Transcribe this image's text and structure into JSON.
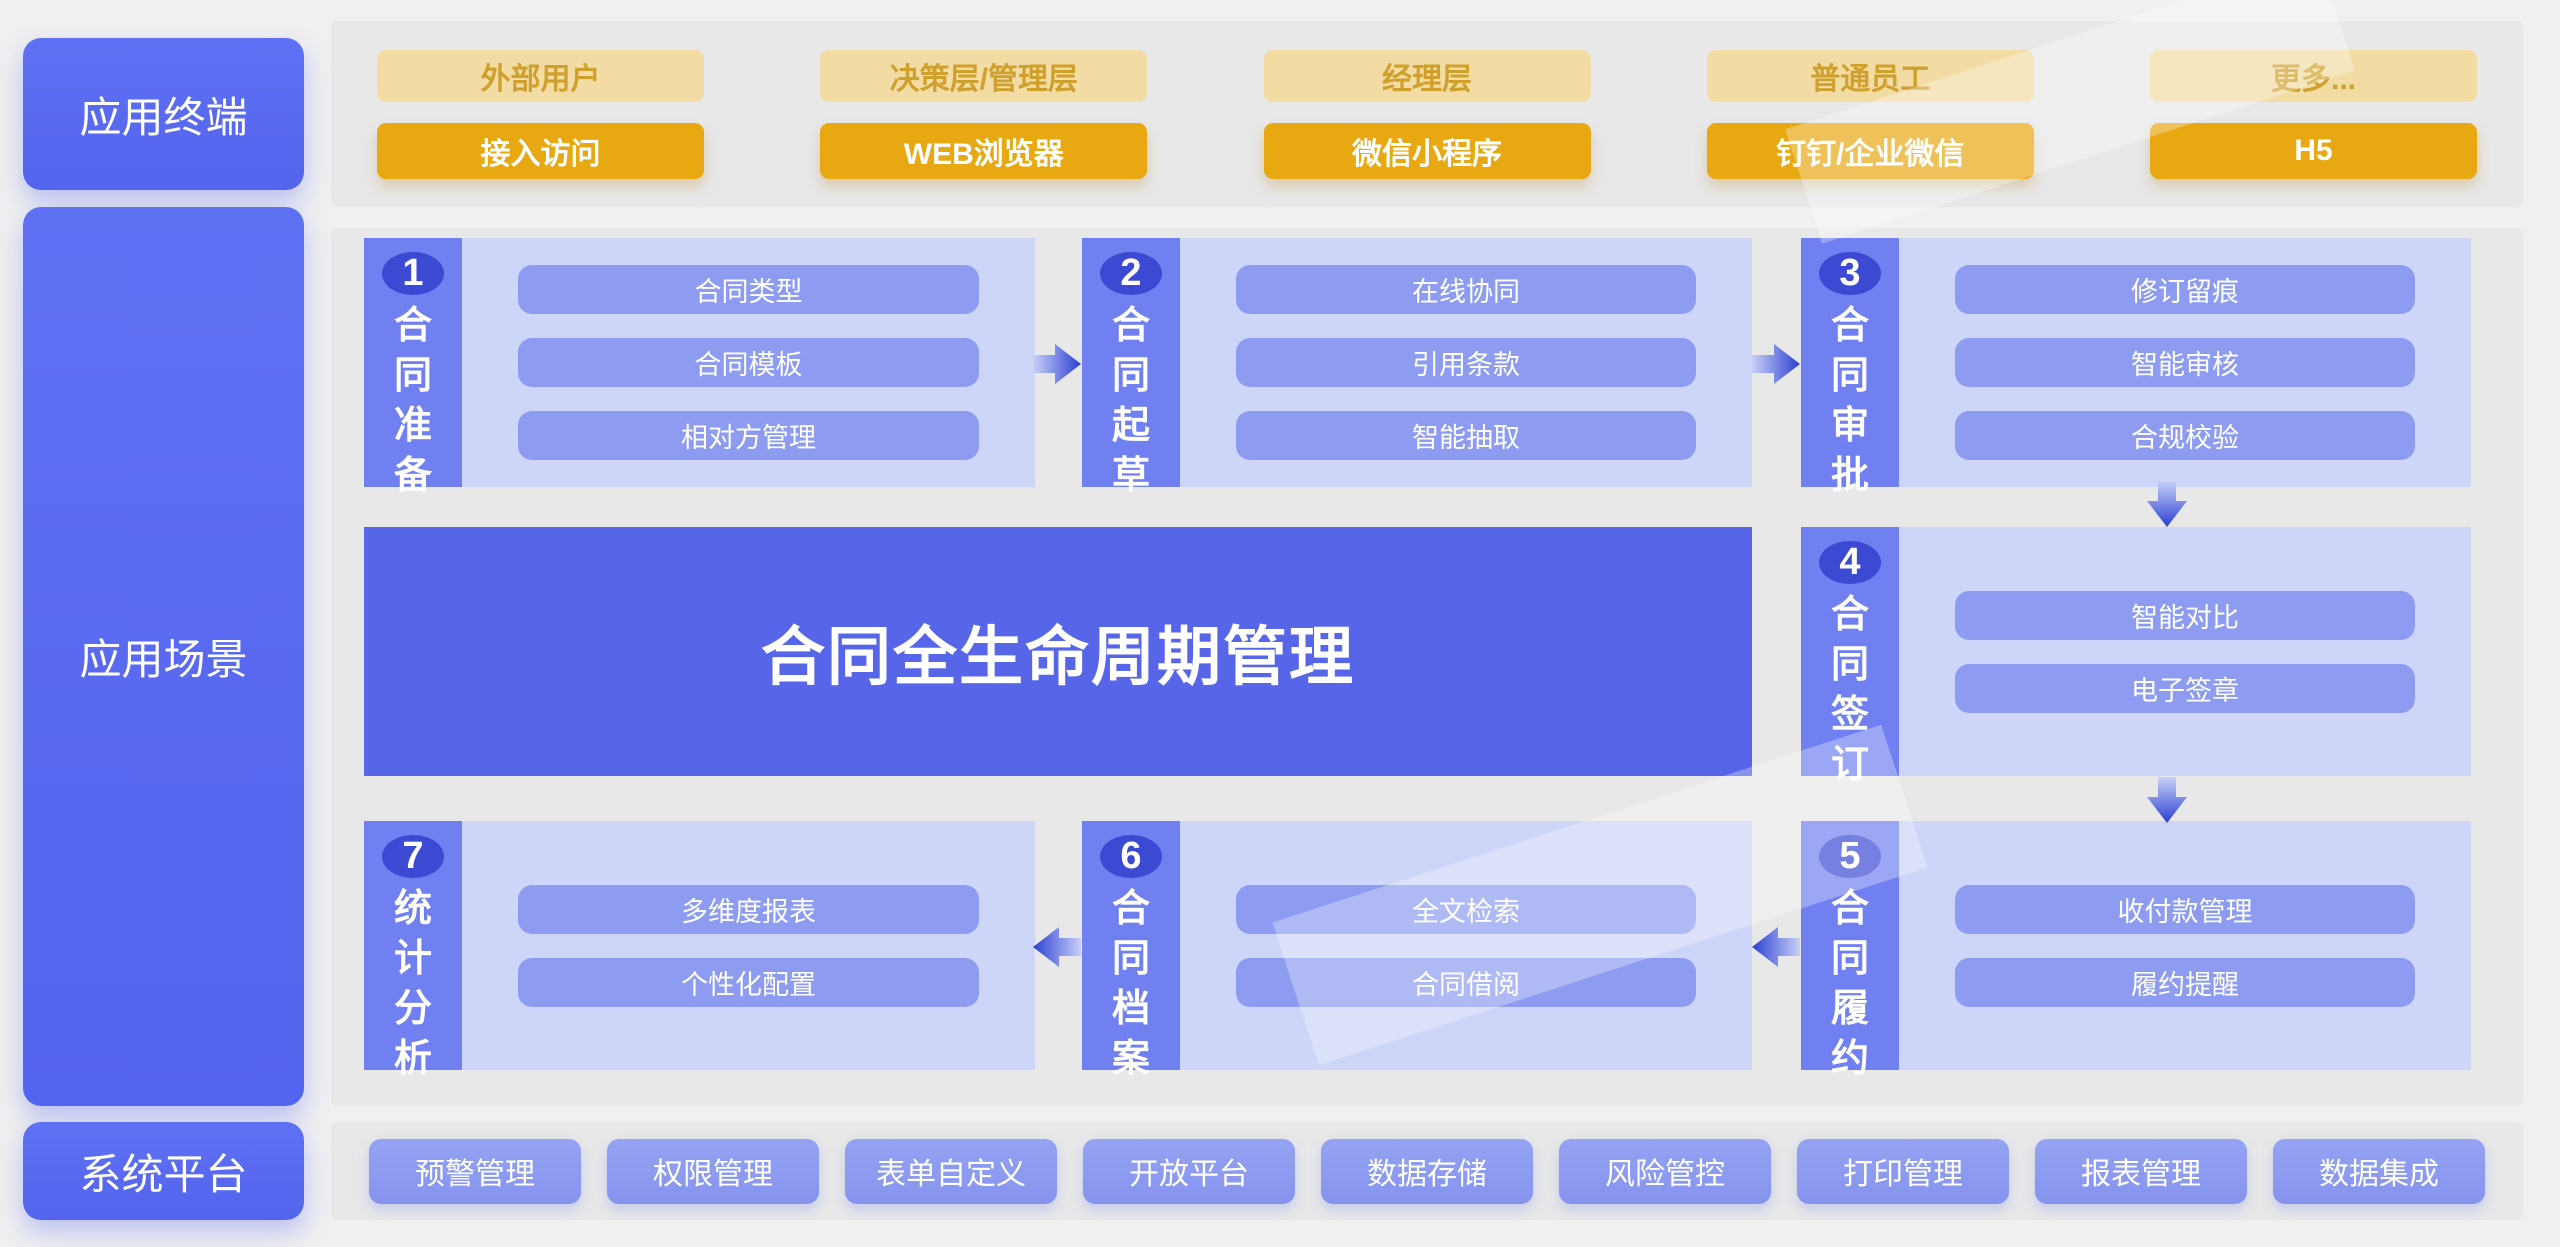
{
  "sections": {
    "terminal": {
      "label": "应用终端",
      "columns": [
        {
          "user": "外部用户",
          "channel": "接入访问"
        },
        {
          "user": "决策层/管理层",
          "channel": "WEB浏览器"
        },
        {
          "user": "经理层",
          "channel": "微信小程序"
        },
        {
          "user": "普通员工",
          "channel": "钉钉/企业微信"
        },
        {
          "user": "更多...",
          "channel": "H5"
        }
      ]
    },
    "scenario": {
      "label": "应用场景",
      "center_title": "合同全生命周期管理",
      "stages": [
        {
          "num": "1",
          "name": "合同准备",
          "items": [
            "合同类型",
            "合同模板",
            "相对方管理"
          ]
        },
        {
          "num": "2",
          "name": "合同起草",
          "items": [
            "在线协同",
            "引用条款",
            "智能抽取"
          ]
        },
        {
          "num": "3",
          "name": "合同审批",
          "items": [
            "修订留痕",
            "智能审核",
            "合规校验"
          ]
        },
        {
          "num": "4",
          "name": "合同签订",
          "items": [
            "智能对比",
            "电子签章"
          ]
        },
        {
          "num": "5",
          "name": "合同履约",
          "items": [
            "收付款管理",
            "履约提醒"
          ]
        },
        {
          "num": "6",
          "name": "合同档案",
          "items": [
            "全文检索",
            "合同借阅"
          ]
        },
        {
          "num": "7",
          "name": "统计分析",
          "items": [
            "多维度报表",
            "个性化配置"
          ]
        }
      ]
    },
    "platform": {
      "label": "系统平台",
      "items": [
        "预警管理",
        "权限管理",
        "表单自定义",
        "开放平台",
        "数据存储",
        "风险管控",
        "打印管理",
        "报表管理",
        "数据集成"
      ]
    }
  },
  "colors": {
    "page_bg": "#f0f0f1",
    "panel_bg": "#e8e8e9",
    "primary_blue": "#5a6bf0",
    "strip_blue": "#7080f1",
    "number_circle": "#3b49d3",
    "stage_body": "#cdd5f8",
    "item_pill": "#8d9cf1",
    "lifecycle_box": "#5765e9",
    "gold_solid": "#e7a812",
    "gold_light": "#f2dca4",
    "gold_text": "#cfa02c",
    "arrow_dark": "#2c40d2",
    "arrow_light": "#c8d0f7"
  }
}
